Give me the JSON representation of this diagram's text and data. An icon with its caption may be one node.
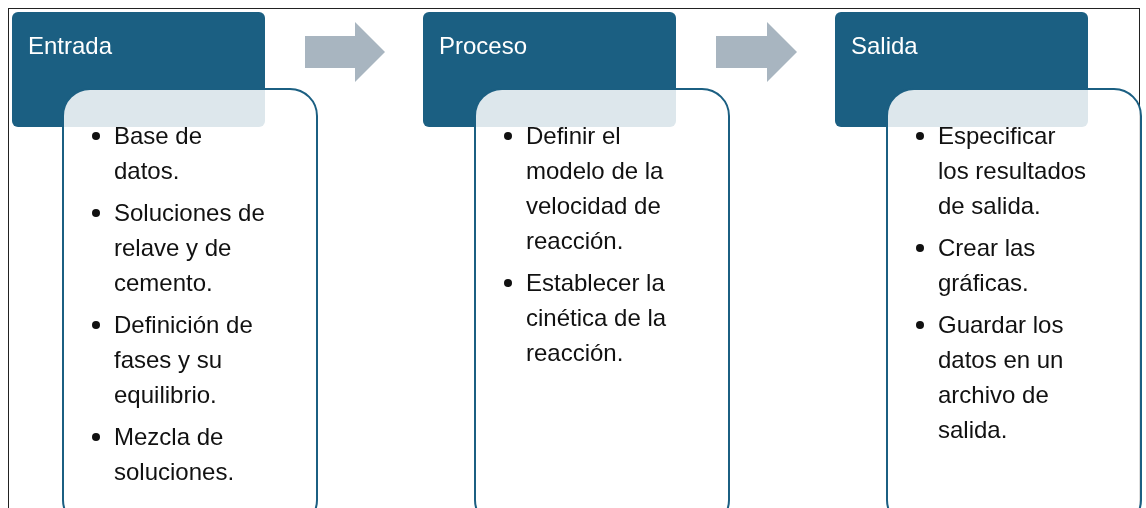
{
  "diagram": {
    "nodes": [
      {
        "text": [
          "Entrada"
        ]
      },
      {
        "text": [
          "Base de datos.",
          "Soluciones de relave y de cemento.",
          "Definición de fases y su equilibrio.",
          "Mezcla de soluciones."
        ]
      },
      {
        "text": [
          "Proceso"
        ]
      },
      {
        "text": [
          "Definir el modelo de la velocidad de reacción.",
          "Establecer la cinética de la reacción."
        ]
      },
      {
        "text": [
          "Salida"
        ]
      },
      {
        "text": [
          "Especificar los resultados de salida.",
          "Crear las gráficas.",
          "Guardar los datos en un archivo de salida."
        ]
      }
    ],
    "edges": [
      {
        "from": 0,
        "to": 2,
        "arrow": "to"
      },
      {
        "from": 2,
        "to": 4,
        "arrow": "to"
      }
    ]
  }
}
